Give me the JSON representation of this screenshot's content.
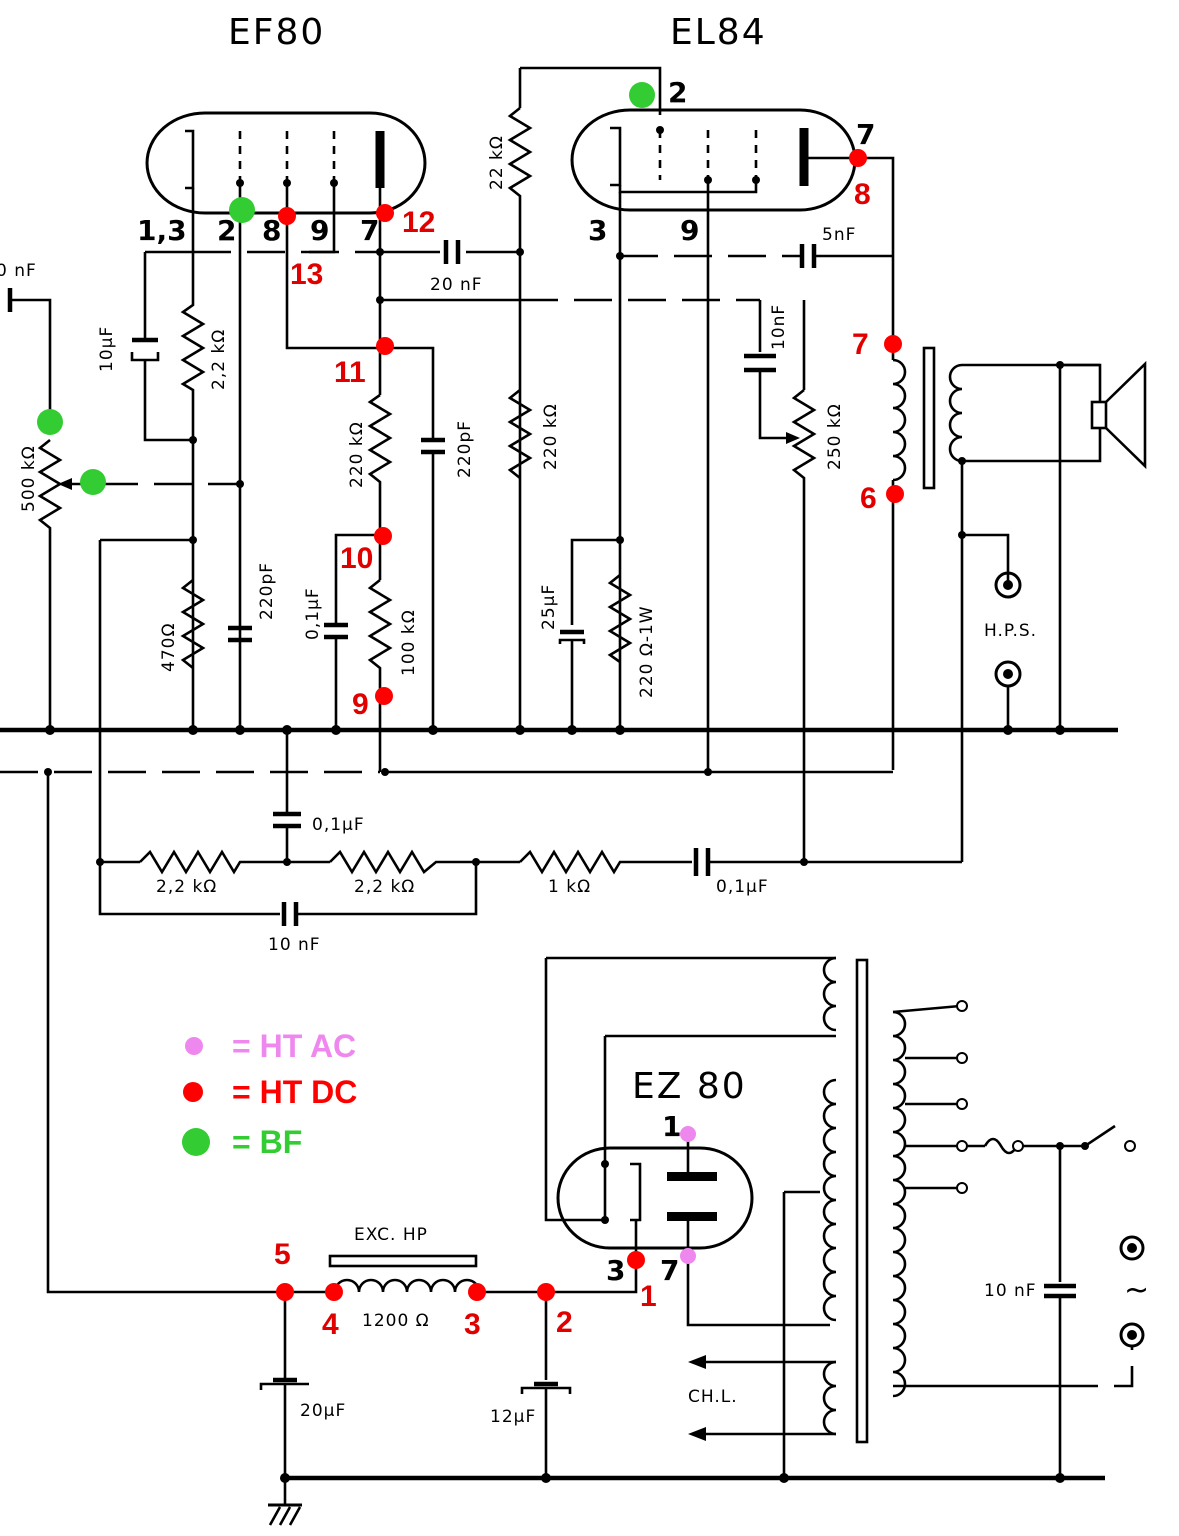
{
  "tubes": {
    "ef80": "EF80",
    "el84": "EL84",
    "ez80": "EZ 80"
  },
  "pins": {
    "ef80": [
      "1,3",
      "2",
      "8",
      "9",
      "7"
    ],
    "el84": [
      "2",
      "7",
      "3",
      "9"
    ],
    "ez80": [
      "1",
      "3",
      "7"
    ]
  },
  "points": [
    "12",
    "13",
    "11",
    "10",
    "9",
    "8",
    "7",
    "6",
    "5",
    "4",
    "3",
    "2",
    "1"
  ],
  "components": {
    "r_22k": "22 kΩ",
    "r_2_2k": "2,2 kΩ",
    "r_220k_a": "220 kΩ",
    "r_220k_b": "220 kΩ",
    "r_100k": "100 kΩ",
    "r_470": "470Ω",
    "r_500k": "500 kΩ",
    "r_220_1w": "220 Ω-1W",
    "r_250k": "250 kΩ",
    "r_fb1": "2,2 kΩ",
    "r_fb2": "2,2 kΩ",
    "r_1k": "1 kΩ",
    "r_1200": "1200 Ω",
    "c_10uf": "10µF",
    "c_20nf": "20 nF",
    "c_220pf_a": "220pF",
    "c_220pf_b": "220pF",
    "c_0_1uf_a": "0,1µF",
    "c_25uf": "25µF",
    "c_10nf_a": "10nF",
    "c_5nf": "5nF",
    "c_0_1uf_b": "0,1µF",
    "c_0_1uf_c": "0,1µF",
    "c_10nf_b": "10 nF",
    "c_10nf_c": "10 nF",
    "c_20uf": "20µF",
    "c_12uf": "12µF",
    "c_left": "0 nF",
    "exc": "EXC. HP",
    "hps": "H.P.S.",
    "chl": "CH.L.",
    "ac": "~"
  },
  "legend": [
    {
      "text": "= HT AC",
      "color": "#ee88ee"
    },
    {
      "text": "= HT DC",
      "color": "#ff0000"
    },
    {
      "text": "= BF",
      "color": "#33cc33"
    }
  ]
}
